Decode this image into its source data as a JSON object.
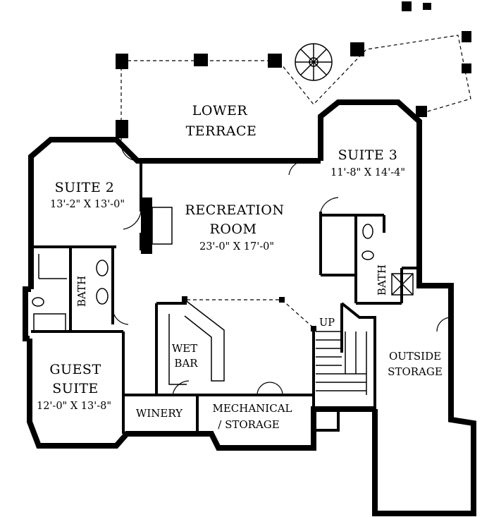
{
  "rooms": {
    "lower_terrace": {
      "line1": "LOWER",
      "line2": "TERRACE"
    },
    "suite2": {
      "name": "SUITE 2",
      "dims": "13'-2\" X 13'-0\""
    },
    "suite3": {
      "name": "SUITE 3",
      "dims": "11'-8\" X 14'-4\""
    },
    "recreation": {
      "line1": "RECREATION",
      "line2": "ROOM",
      "dims": "23'-0\" X 17'-0\""
    },
    "bath_left": {
      "name": "BATH"
    },
    "bath_right": {
      "name": "BATH"
    },
    "guest_suite": {
      "line1": "GUEST",
      "line2": "SUITE",
      "dims": "12'-0\" X 13'-8\""
    },
    "wet_bar": {
      "line1": "WET",
      "line2": "BAR"
    },
    "winery": {
      "name": "WINERY"
    },
    "mechanical": {
      "line1": "MECHANICAL",
      "line2": "/ STORAGE"
    },
    "outside_storage": {
      "line1": "OUTSIDE",
      "line2": "STORAGE"
    },
    "stairs": {
      "label": "UP"
    }
  }
}
